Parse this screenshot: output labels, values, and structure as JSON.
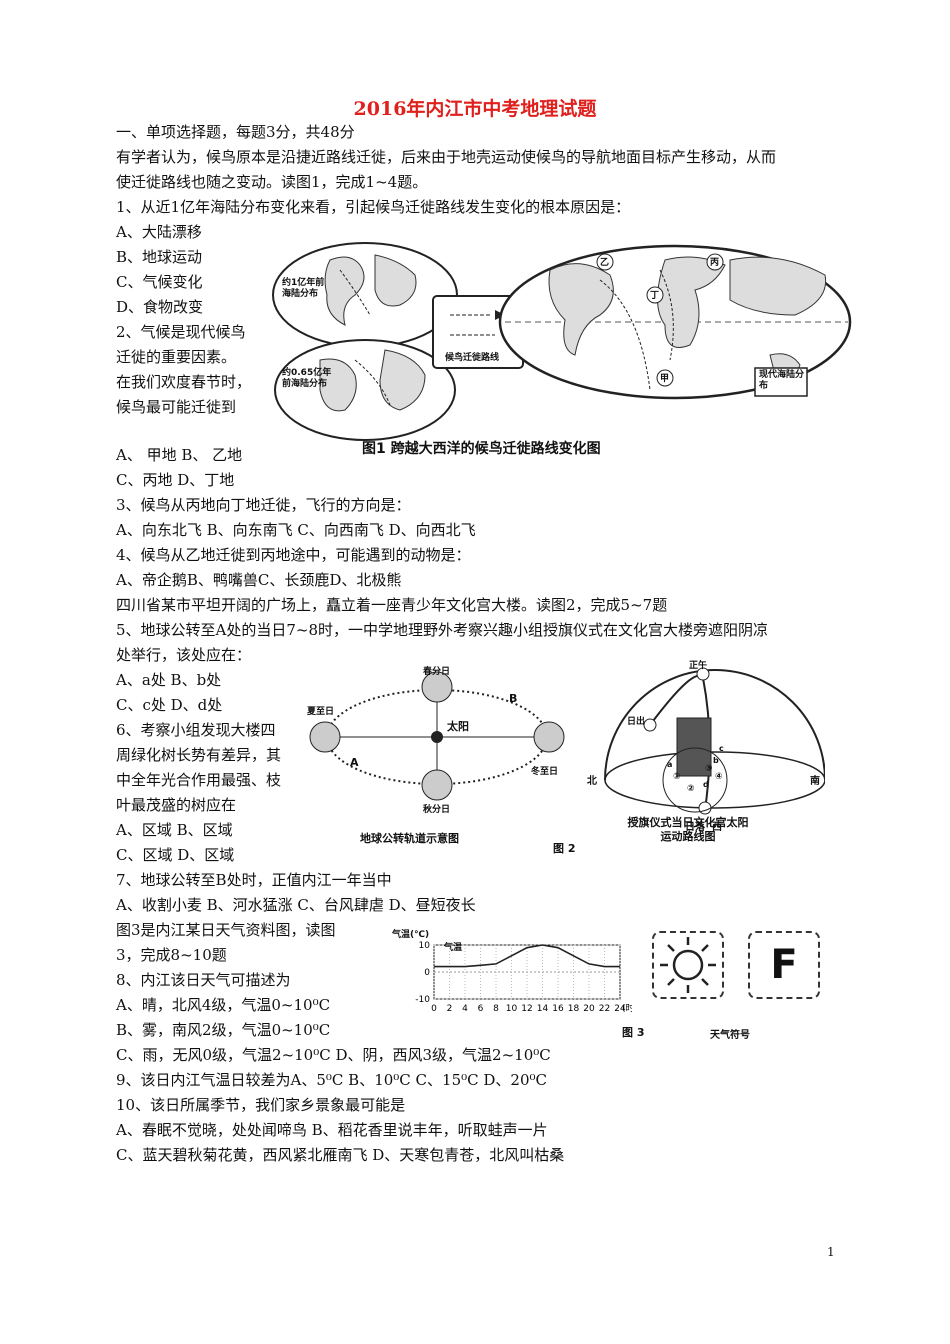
{
  "title": "2016年内江市中考地理试题",
  "lines": [
    "一、单项选择题，每题3分，共48分",
    "有学者认为，候鸟原本是沿捷近路线迁徙，后来由于地壳运动使候鸟的导航地面目标产生移动，从而",
    "使迁徙路线也随之变动。读图1，完成1~4题。",
    "1、从近1亿年海陆分布变化来看，引起候鸟迁徙路线发生变化的根本原因是：",
    "A、大陆漂移",
    "B、地球运动",
    "C、气候变化",
    "D、食物改变",
    "2、气候是现代候鸟",
    "迁徙的重要因素。",
    "在我们欢度春节时，",
    "候鸟最可能迁徙到",
    "A、 甲地  B、 乙地",
    "C、丙地   D、丁地",
    "3、候鸟从丙地向丁地迁徙，飞行的方向是：",
    "A、向东北飞   B、向东南飞   C、向西南飞   D、向西北飞",
    "4、候鸟从乙地迁徙到丙地途中，可能遇到的动物是：",
    "A、帝企鹅B、鸭嘴兽C、长颈鹿D、北极熊",
    "四川省某市平坦开阔的广场上，矗立着一座青少年文化宫大楼。读图2，完成5~7题",
    "5、地球公转至A处的当日7~8时，一中学地理野外考察兴趣小组授旗仪式在文化宫大楼旁遮阳阴凉",
    "处举行，该处应在：",
    "A、a处    B、b处",
    "C、c处    D、d处",
    "6、考察小组发现大楼四",
    "周绿化树长势有差异，其",
    "中全年光合作用最强、枝",
    "叶最茂盛的树应在",
    "A、区域   B、区域",
    "C、区域    D、区域",
    "7、地球公转至B处时，正值内江一年当中",
    "A、收割小麦   B、河水猛涨   C、台风肆虐   D、昼短夜长",
    "图3是内江某日天气资料图，读图",
    "3，完成8~10题",
    "8、内江该日天气可描述为",
    "A、晴，北风4级，气温0~10⁰C",
    "B、雾，南风2级，气温0~10⁰C",
    "C、雨，无风0级，气温2~10⁰C   D、阴，西风3级，气温2~10⁰C",
    "9、该日内江气温日较差为A、5⁰C   B、10⁰C   C、15⁰C   D、20⁰C",
    "10、该日所属季节，我们家乡景象最可能是",
    "A、春眠不觉晓，处处闻啼鸟              B、稻花香里说丰年，听取蛙声一片",
    "C、蓝天碧秋菊花黄，西风紧北雁南飞     D、天寒包青苍，北风叫枯桑"
  ],
  "fig1": {
    "caption": "图1   跨越大西洋的候鸟迁徙路线变化图",
    "label_top": "约1亿年前海陆分布",
    "label_bottom": "约0.65亿年前海陆分布",
    "label_mid": "候鸟迁徙路线",
    "label_modern": "现代海陆分布",
    "places": [
      "乙",
      "丙",
      "丁",
      "甲"
    ]
  },
  "fig2": {
    "left_caption": "地球公转轨道示意图",
    "right_caption": "授旗仪式当日文化宫太阳运动路线图",
    "fig_no": "图 2",
    "orbit_labels": [
      "春分日",
      "夏至日",
      "秋分日",
      "冬至日",
      "太阳",
      "A",
      "B"
    ],
    "sky_labels": [
      "正午",
      "日出",
      "北",
      "南",
      "日落",
      "西"
    ],
    "zones": [
      "a",
      "b",
      "c",
      "d",
      "①",
      "②",
      "③",
      "④"
    ]
  },
  "fig3": {
    "ylabel": "气温(℃)",
    "series_label": "气温",
    "fig_no": "图 3",
    "symbol_label": "天气符号",
    "wind_symbol": "F"
  },
  "chart_data": {
    "type": "line",
    "title": "",
    "xlabel": "(时)",
    "ylabel": "气温(℃)",
    "x": [
      0,
      2,
      4,
      6,
      8,
      10,
      12,
      14,
      16,
      18,
      20,
      22,
      24
    ],
    "series": [
      {
        "name": "气温",
        "values": [
          2,
          2,
          2,
          2.5,
          3,
          6,
          9,
          10,
          9,
          6,
          3,
          2,
          2
        ]
      }
    ],
    "ylim": [
      -10,
      10
    ],
    "yticks": [
      10,
      0,
      -10
    ]
  },
  "page_number": "1"
}
